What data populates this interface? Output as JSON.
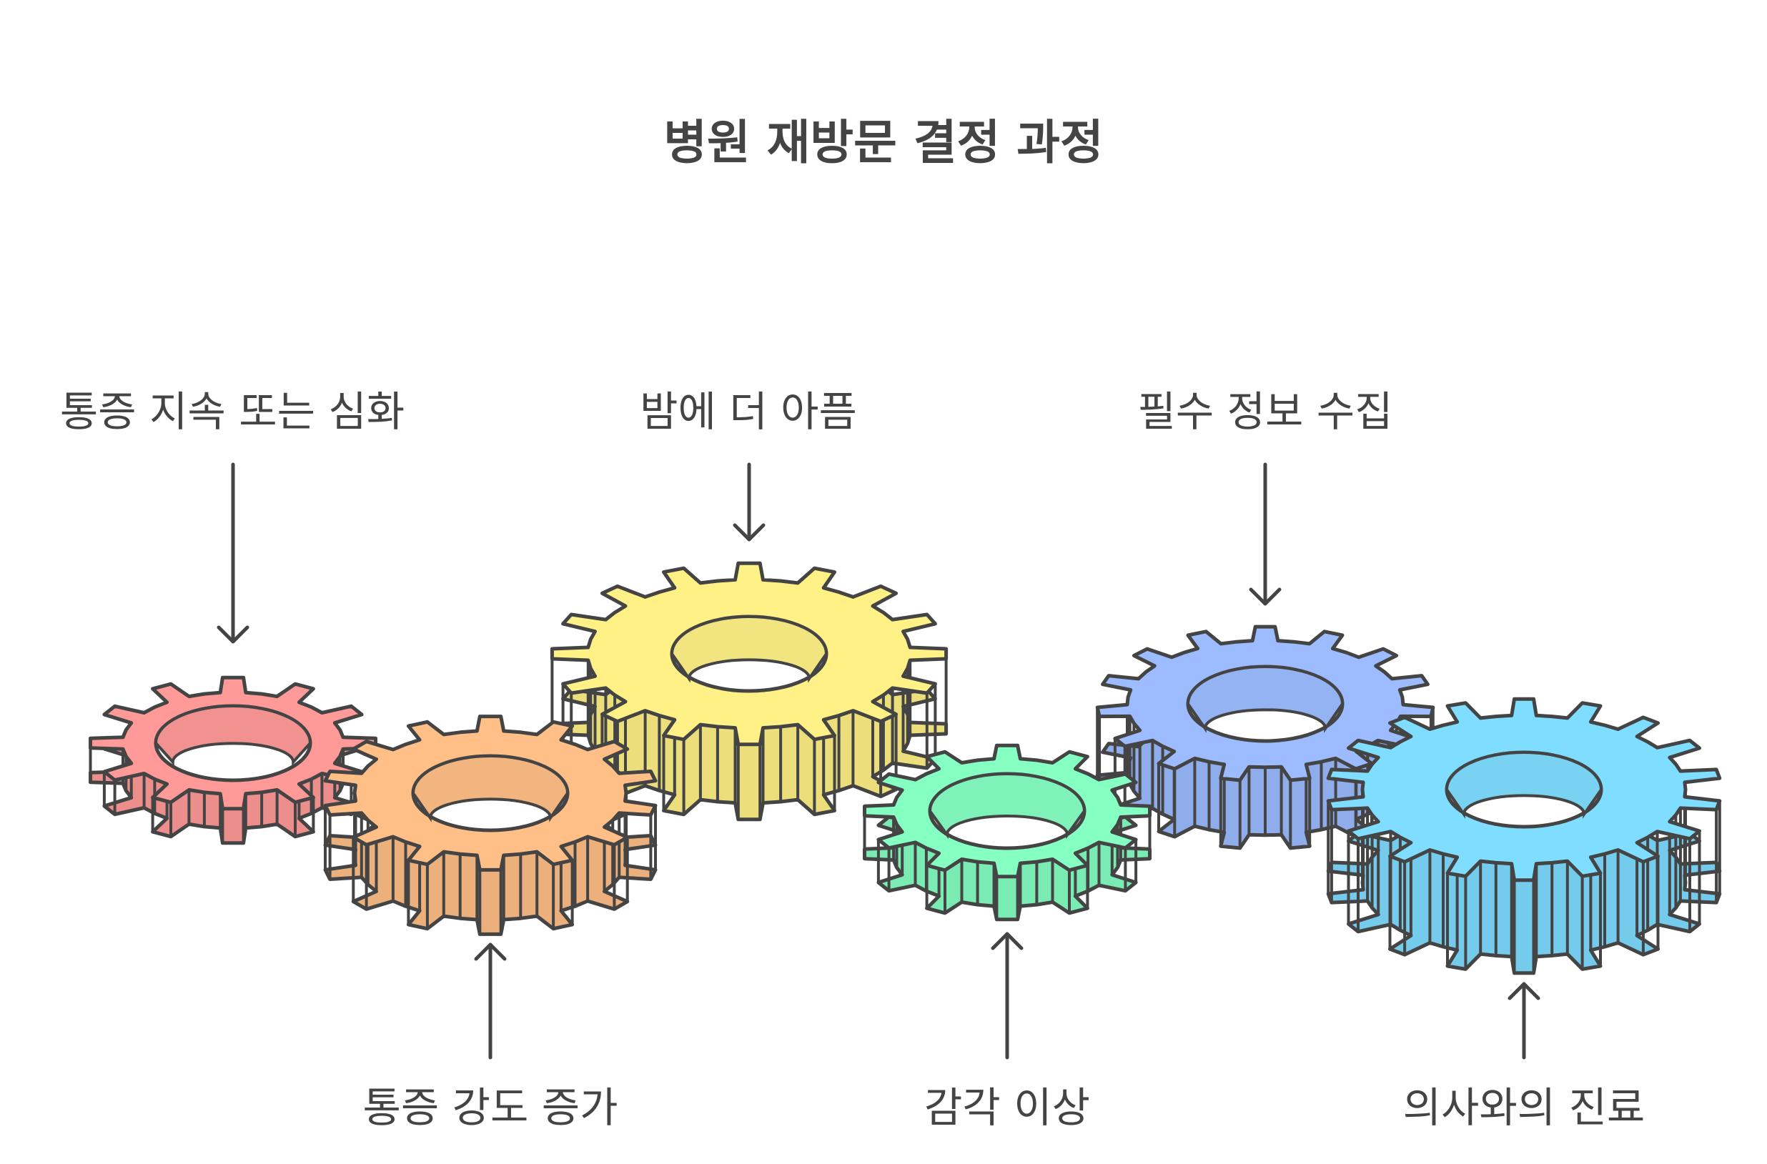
{
  "title": "병원 재방문 결정 과정",
  "labels": {
    "pain_persist": "통증 지속 또는 심화",
    "night_pain": "밤에 더 아픔",
    "info_collect": "필수 정보 수집",
    "pain_increase": "통증 강도 증가",
    "sensation": "감각 이상",
    "doctor_visit": "의사와의 진료"
  },
  "colors": {
    "red": "#FF9A98",
    "orange": "#FFBF87",
    "yellow": "#FFF186",
    "green": "#85FFC2",
    "periwinkle": "#9CBCFF",
    "cyan": "#7FDDFF",
    "outline": "#444444"
  }
}
